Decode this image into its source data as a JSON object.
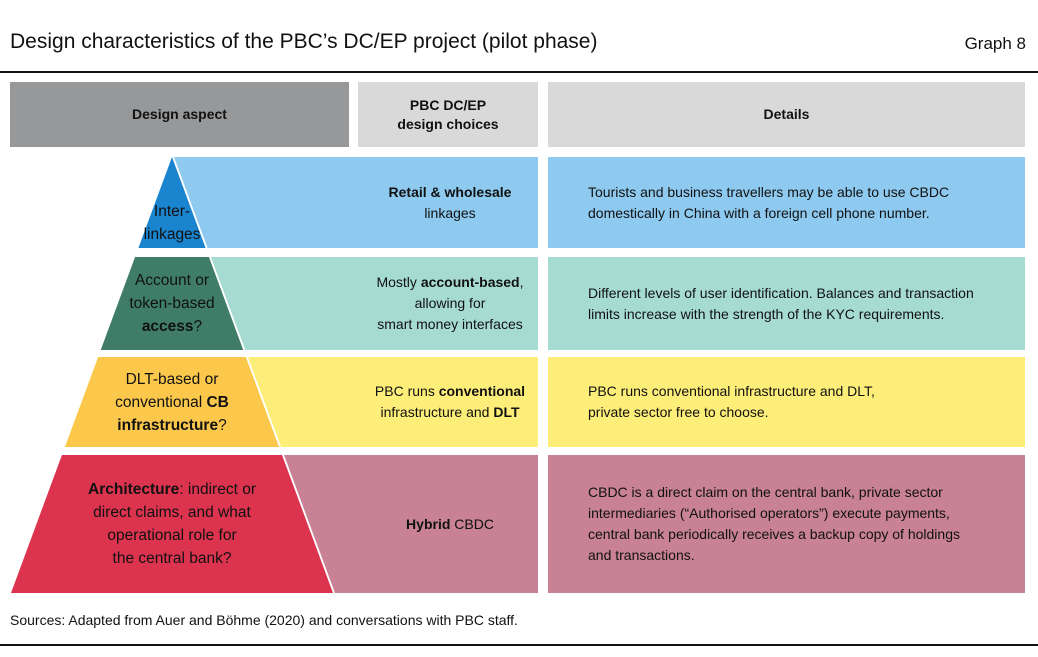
{
  "title": "Design characteristics of the PBC’s DC/EP project (pilot phase)",
  "graph_label": "Graph 8",
  "headers": {
    "aspect": "Design aspect",
    "choices_line1": "PBC DC/EP",
    "choices_line2": "design choices",
    "details": "Details"
  },
  "colors": {
    "header_dark": "#96989a",
    "header_light": "#d9d9d9",
    "row_pyramid": [
      "#1b84cf",
      "#3f7d69",
      "#fbc84c",
      "#dc344f"
    ],
    "row_band": [
      "#8ec9f0",
      "#a6dbd2",
      "#fdee79",
      "#c88195"
    ]
  },
  "rows": [
    {
      "aspect": [
        [
          {
            "text": "Inter-",
            "bold": false
          }
        ],
        [
          {
            "text": "linkages",
            "bold": false
          }
        ]
      ],
      "choice": [
        [
          {
            "text": "Retail & wholesale",
            "bold": true
          }
        ],
        [
          {
            "text": "linkages",
            "bold": false
          }
        ]
      ],
      "details": [
        [
          {
            "text": "Tourists and business travellers may be able to use CBDC",
            "bold": false
          }
        ],
        [
          {
            "text": "domestically in China with a foreign cell phone number.",
            "bold": false
          }
        ]
      ]
    },
    {
      "aspect": [
        [
          {
            "text": "Account or",
            "bold": false
          }
        ],
        [
          {
            "text": "token-based",
            "bold": false
          }
        ],
        [
          {
            "text": "access",
            "bold": true
          },
          {
            "text": "?",
            "bold": false
          }
        ]
      ],
      "choice": [
        [
          {
            "text": "Mostly ",
            "bold": false
          },
          {
            "text": "account-based",
            "bold": true
          },
          {
            "text": ",",
            "bold": false
          }
        ],
        [
          {
            "text": "allowing for",
            "bold": false
          }
        ],
        [
          {
            "text": "smart money interfaces",
            "bold": false
          }
        ]
      ],
      "details": [
        [
          {
            "text": "Different levels of user identification. Balances and transaction",
            "bold": false
          }
        ],
        [
          {
            "text": "limits increase with the strength of the KYC requirements.",
            "bold": false
          }
        ]
      ]
    },
    {
      "aspect": [
        [
          {
            "text": "DLT-based or",
            "bold": false
          }
        ],
        [
          {
            "text": "conventional ",
            "bold": false
          },
          {
            "text": "CB",
            "bold": true
          }
        ],
        [
          {
            "text": "infrastructure",
            "bold": true
          },
          {
            "text": "?",
            "bold": false
          }
        ]
      ],
      "choice": [
        [
          {
            "text": "PBC runs ",
            "bold": false
          },
          {
            "text": "conventional",
            "bold": true
          }
        ],
        [
          {
            "text": "infrastructure and ",
            "bold": false
          },
          {
            "text": "DLT",
            "bold": true
          }
        ]
      ],
      "details": [
        [
          {
            "text": "PBC runs conventional infrastructure and DLT,",
            "bold": false
          }
        ],
        [
          {
            "text": "private sector free to choose.",
            "bold": false
          }
        ]
      ]
    },
    {
      "aspect": [
        [
          {
            "text": "Architecture",
            "bold": true
          },
          {
            "text": ": indirect or",
            "bold": false
          }
        ],
        [
          {
            "text": "direct claims, and what",
            "bold": false
          }
        ],
        [
          {
            "text": "operational role for",
            "bold": false
          }
        ],
        [
          {
            "text": "the central bank?",
            "bold": false
          }
        ]
      ],
      "choice": [
        [
          {
            "text": "Hybrid",
            "bold": true
          },
          {
            "text": " CBDC",
            "bold": false
          }
        ]
      ],
      "details": [
        [
          {
            "text": "CBDC is a direct claim on the central bank, private sector",
            "bold": false
          }
        ],
        [
          {
            "text": "intermediaries (“Authorised operators”) execute payments,",
            "bold": false
          }
        ],
        [
          {
            "text": "central bank periodically receives a backup copy of holdings",
            "bold": false
          }
        ],
        [
          {
            "text": "and transactions.",
            "bold": false
          }
        ]
      ]
    }
  ],
  "sources": "Sources: Adapted from Auer and Böhme (2020) and conversations with PBC staff."
}
